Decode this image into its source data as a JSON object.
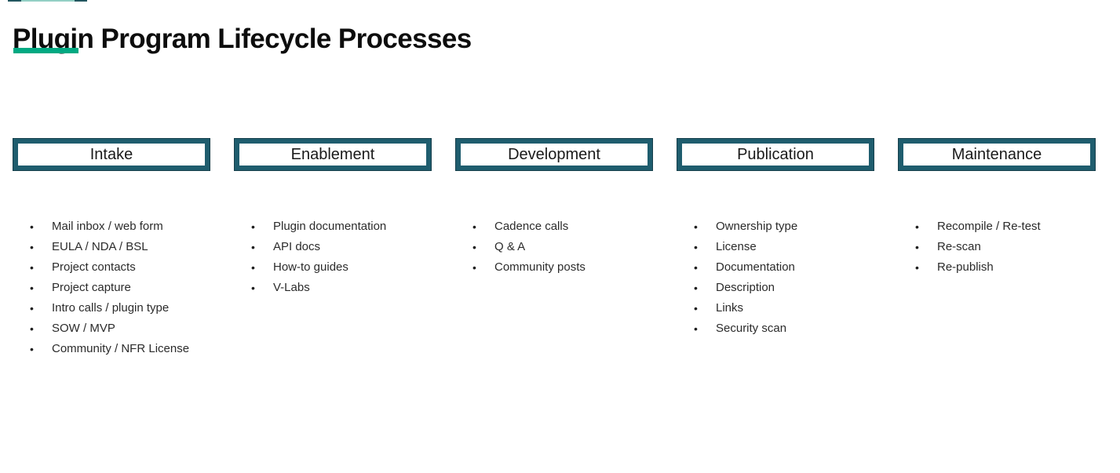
{
  "page": {
    "title": "Plugin Program Lifecycle Processes",
    "accent_color": "#01A982",
    "stage_border_color": "#1F5D6E",
    "background_color": "#FFFFFF",
    "bullet_char": "•"
  },
  "columns": [
    {
      "label": "Intake",
      "items": [
        "Mail inbox / web form",
        "EULA / NDA / BSL",
        "Project contacts",
        "Project capture",
        "Intro calls / plugin type",
        "SOW / MVP",
        "Community / NFR License"
      ]
    },
    {
      "label": "Enablement",
      "items": [
        "Plugin documentation",
        "API docs",
        "How-to guides",
        "V-Labs"
      ]
    },
    {
      "label": "Development",
      "items": [
        "Cadence calls",
        "Q & A",
        "Community posts"
      ]
    },
    {
      "label": "Publication",
      "items": [
        "Ownership type",
        "License",
        "Documentation",
        "Description",
        "Links",
        "Security scan"
      ]
    },
    {
      "label": "Maintenance",
      "items": [
        "Recompile / Re-test",
        "Re-scan",
        "Re-publish"
      ]
    }
  ]
}
